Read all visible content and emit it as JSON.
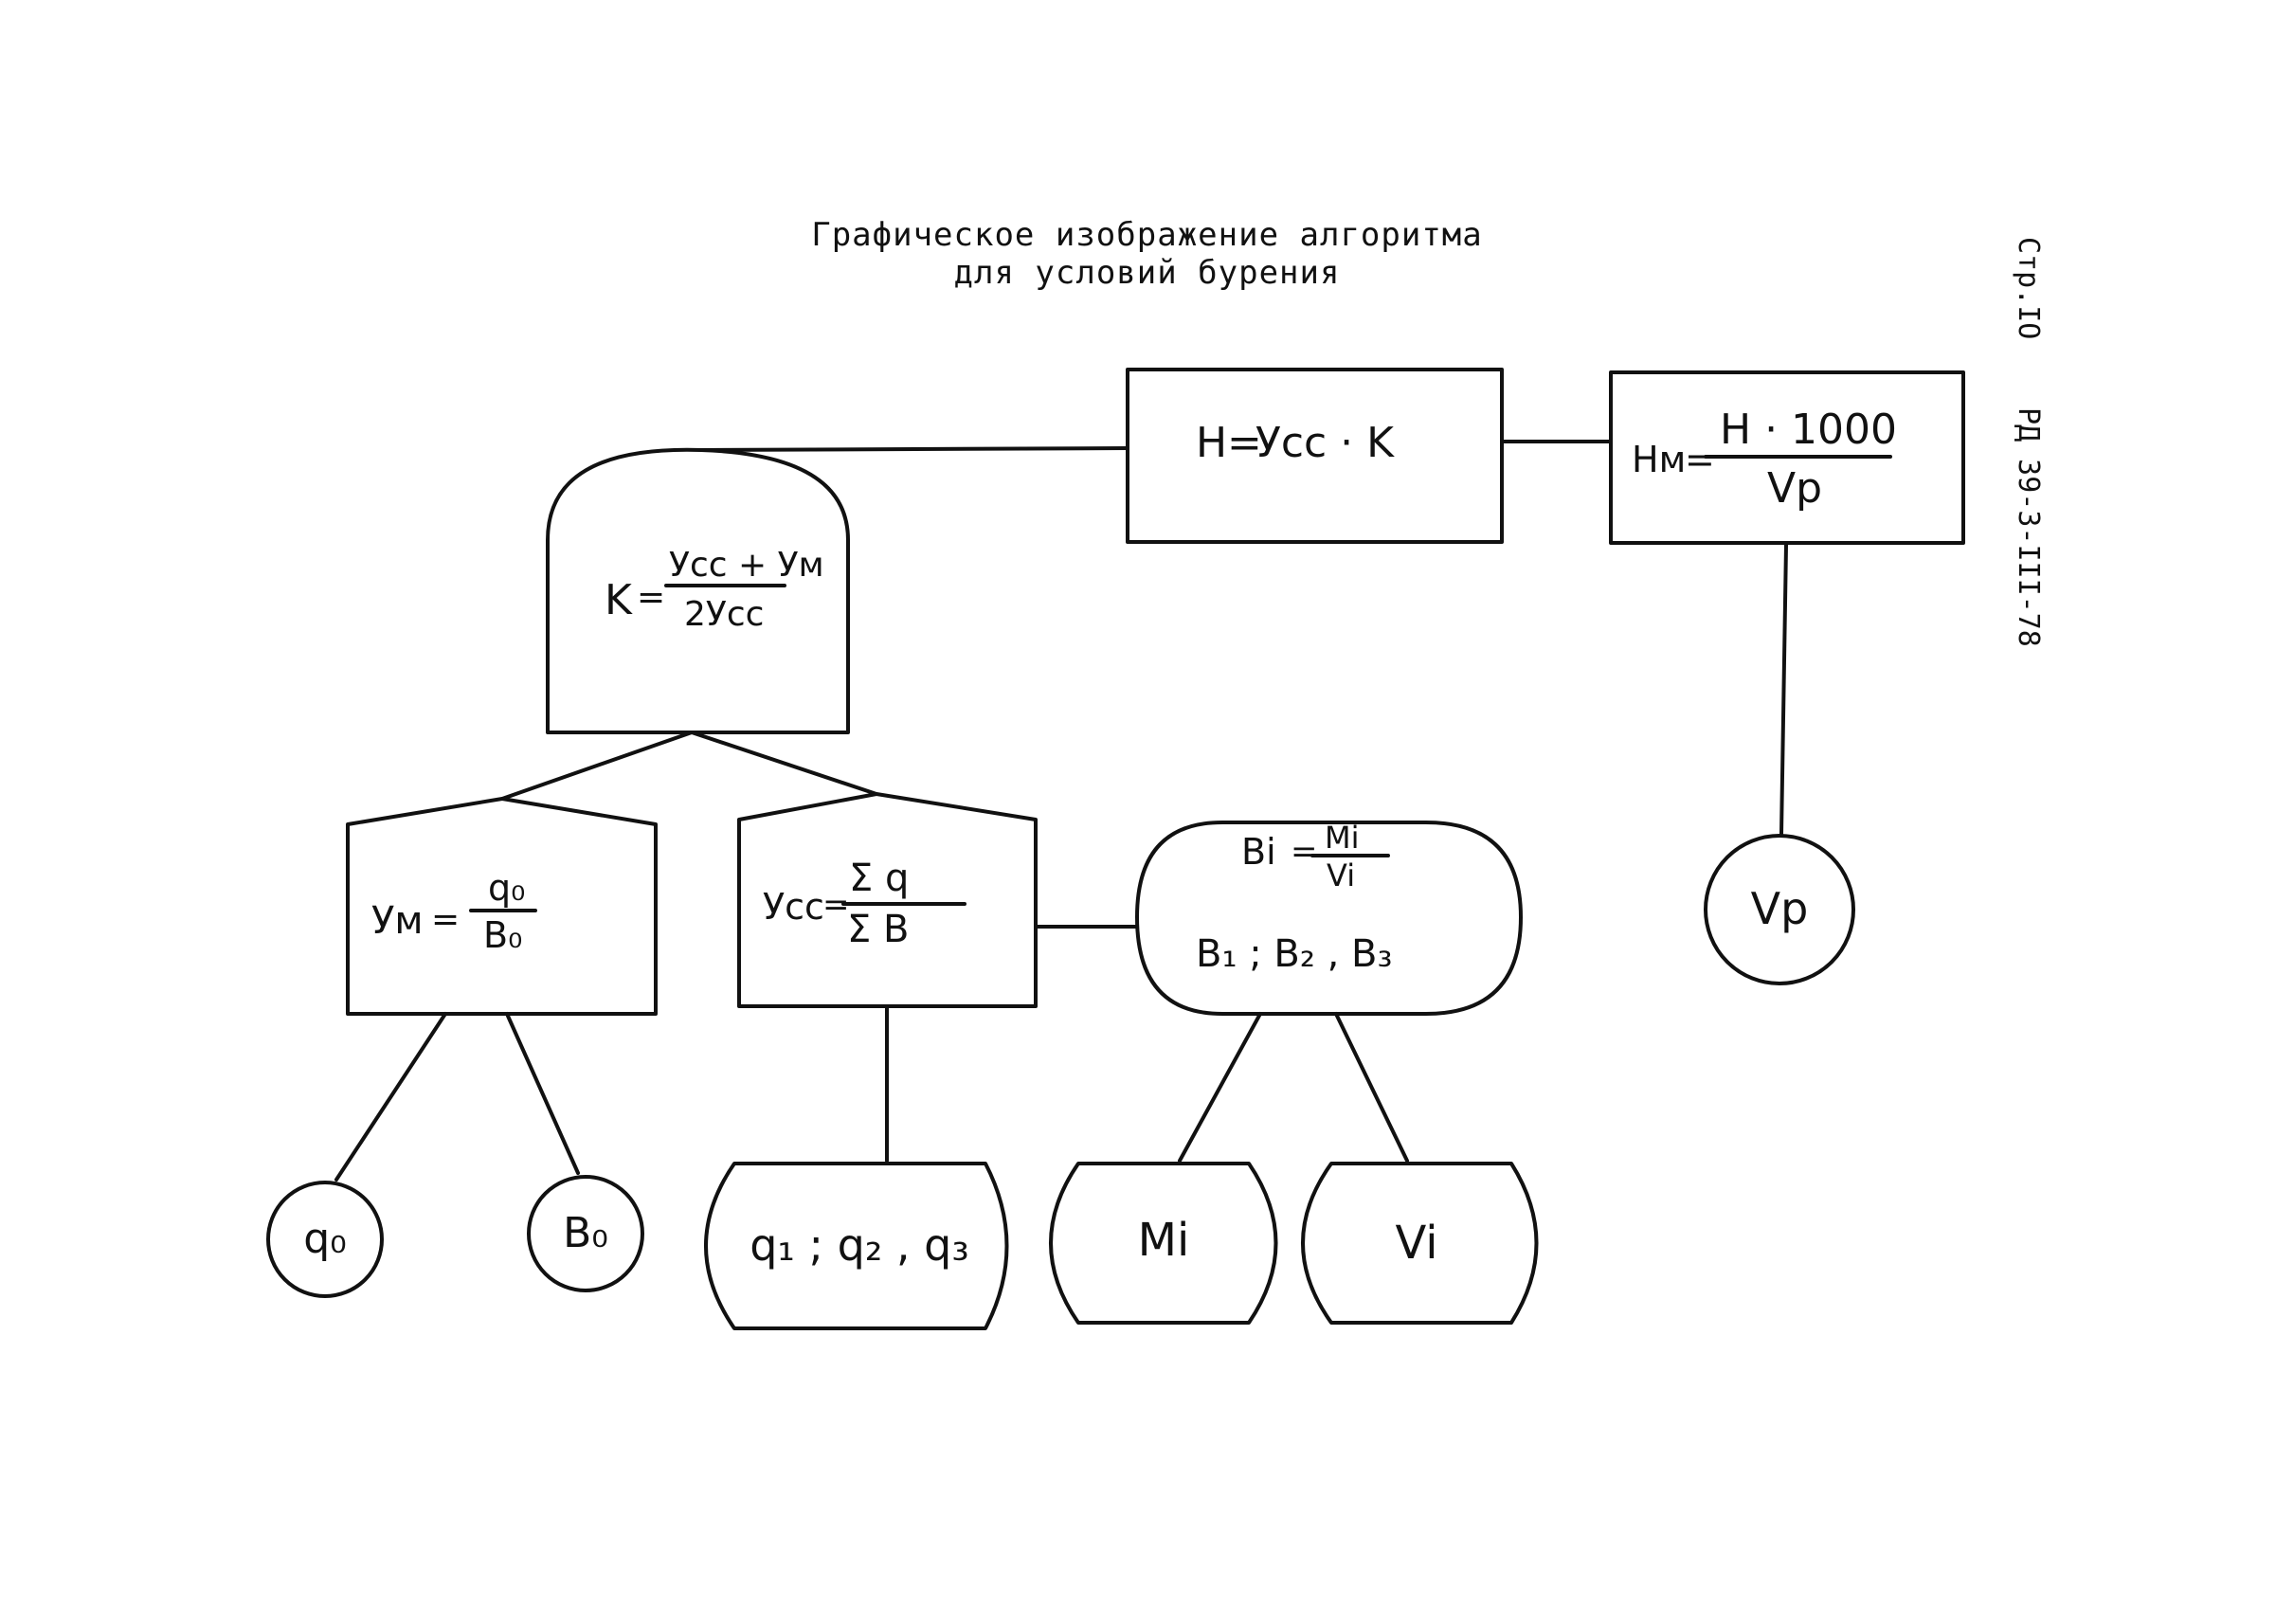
{
  "title": {
    "line1": "Графическое изображение алгоритма",
    "line2": "для условий бурения"
  },
  "side": {
    "page": "Стр.IO",
    "doc": "РД 39-3-III-78"
  },
  "nodes": {
    "h_formula": {
      "lhs": "H",
      "eq": "=",
      "rhs": "Усс · K"
    },
    "hm_formula": {
      "lhs": "Hм",
      "eq": "=",
      "num": "H · 1000",
      "den": "Vр"
    },
    "k_formula": {
      "lhs": "K",
      "eq": "=",
      "num": "Усс + Ум",
      "den": "2Усс"
    },
    "um_formula": {
      "lhs": "Ум",
      "eq": "=",
      "num": "q₀",
      "den": "B₀"
    },
    "ucc_formula": {
      "lhs": "Усс",
      "eq": "=",
      "num": "Σ q",
      "den": "Σ B"
    },
    "bi_formula": {
      "lhs": "Bi",
      "eq": "=",
      "num": "Mi",
      "den": "Vi",
      "list": "B₁ ; B₂ , B₃"
    },
    "q0": "q₀",
    "b0": "B₀",
    "q_list": "q₁ ; q₂ , q₃",
    "mi": "Mi",
    "vi": "Vi",
    "vp": "Vр"
  }
}
